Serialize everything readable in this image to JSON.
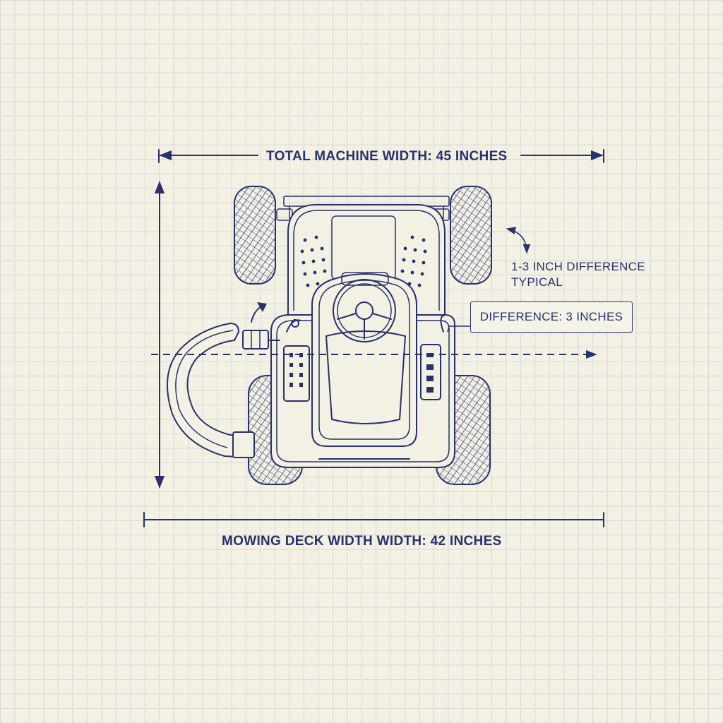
{
  "labels": {
    "total_width": "TOTAL MACHINE WIDTH: 45 INCHES",
    "deck_width": "MOWING DECK WIDTH WIDTH: 42 INCHES",
    "typical_line1": "1-3 INCH DIFFERENCE",
    "typical_line2": "TYPICAL",
    "difference": "DIFFERENCE: 3 INCHES"
  },
  "colors": {
    "ink": "#27316b",
    "paper": "#f3f0e4",
    "grid": "#d9d9d6"
  }
}
